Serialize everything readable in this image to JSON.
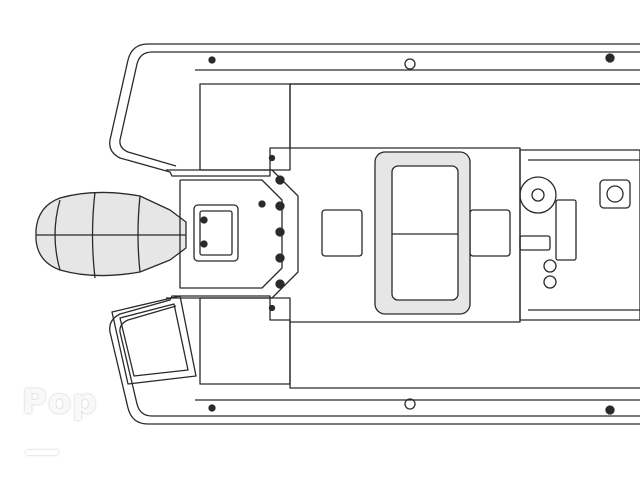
{
  "image": {
    "subject": "boat-deck-plan",
    "style": "line-drawing",
    "background_color": "#ffffff",
    "line_color": "#2a2a2a",
    "fill_color": "#e6e6e6"
  },
  "watermark": {
    "text": "Pop",
    "color": "#ffffff"
  }
}
